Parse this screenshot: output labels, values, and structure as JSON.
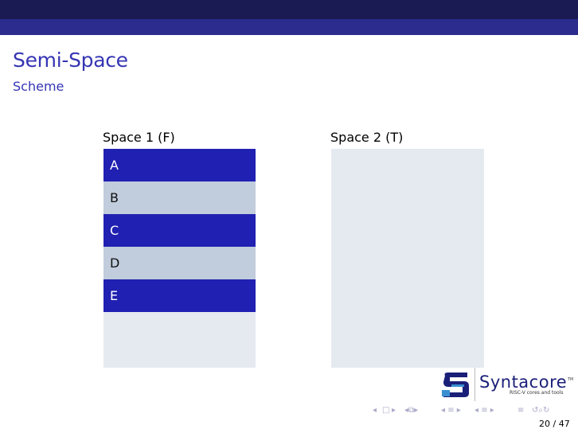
{
  "slide": {
    "title": "Semi-Space",
    "subtitle": "Scheme",
    "page_number": "20 / 47"
  },
  "spaces": [
    {
      "label": "Space 1 (F)",
      "cells": [
        {
          "label": "A",
          "style": "dark"
        },
        {
          "label": "B",
          "style": "light"
        },
        {
          "label": "C",
          "style": "dark"
        },
        {
          "label": "D",
          "style": "light"
        },
        {
          "label": "E",
          "style": "dark"
        }
      ]
    },
    {
      "label": "Space 2 (T)",
      "cells": []
    }
  ],
  "logo": {
    "name": "Syntacore",
    "tagline": "RISC-V cores and tools",
    "tm": "TM"
  },
  "colors": {
    "header_band": "#1b1b53",
    "subheader_band": "#2b2c8e",
    "title": "#3535b4",
    "cell_dark": "#2020b2",
    "cell_light": "#c1ccdc",
    "space_empty": "#e5e9f0"
  },
  "navigation_icons": [
    "nav-first-icon",
    "nav-frame-prev-icon",
    "nav-frame-next-icon",
    "nav-subsection-prev-icon",
    "nav-subsection-next-icon",
    "nav-section-prev-icon",
    "nav-section-next-icon",
    "nav-align-icon",
    "search-icon"
  ]
}
